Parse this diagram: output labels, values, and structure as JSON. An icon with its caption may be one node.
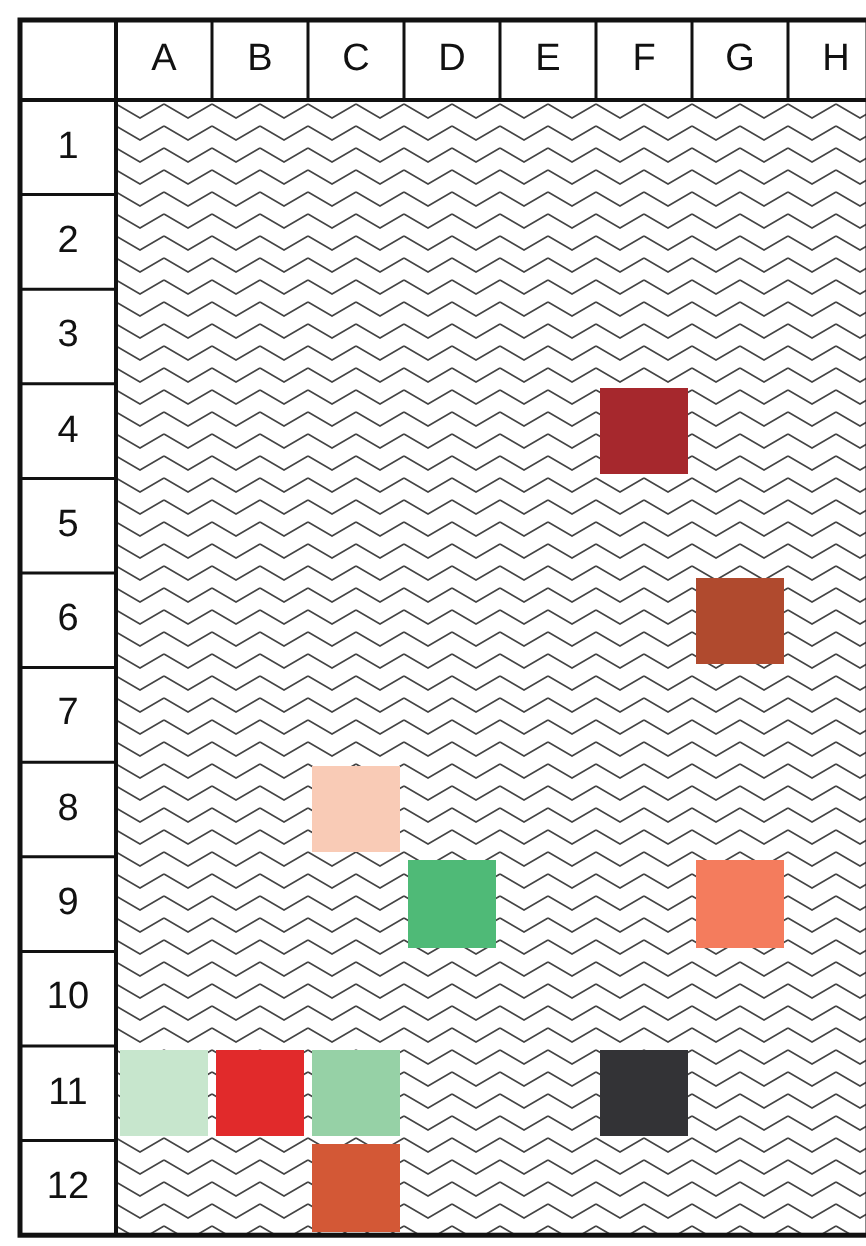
{
  "diagram": {
    "nodes": [
      {
        "text": [],
        "shape": "box"
      },
      {
        "text": [],
        "shape": "box"
      },
      {
        "text": [],
        "shape": "box"
      },
      {
        "text": [],
        "shape": "box"
      },
      {
        "text": [],
        "shape": "box"
      },
      {
        "text": [],
        "shape": "box"
      },
      {
        "text": [],
        "shape": "box"
      },
      {
        "text": [],
        "shape": "box"
      },
      {
        "text": [],
        "shape": "box"
      },
      {
        "text": [],
        "shape": "box"
      }
    ],
    "labels": [
      "A",
      "B",
      "C",
      "D",
      "E",
      "F",
      "G",
      "H",
      "1",
      "2",
      "3",
      "4",
      "5",
      "6",
      "7",
      "8",
      "9",
      "10",
      "11",
      "12"
    ]
  }
}
